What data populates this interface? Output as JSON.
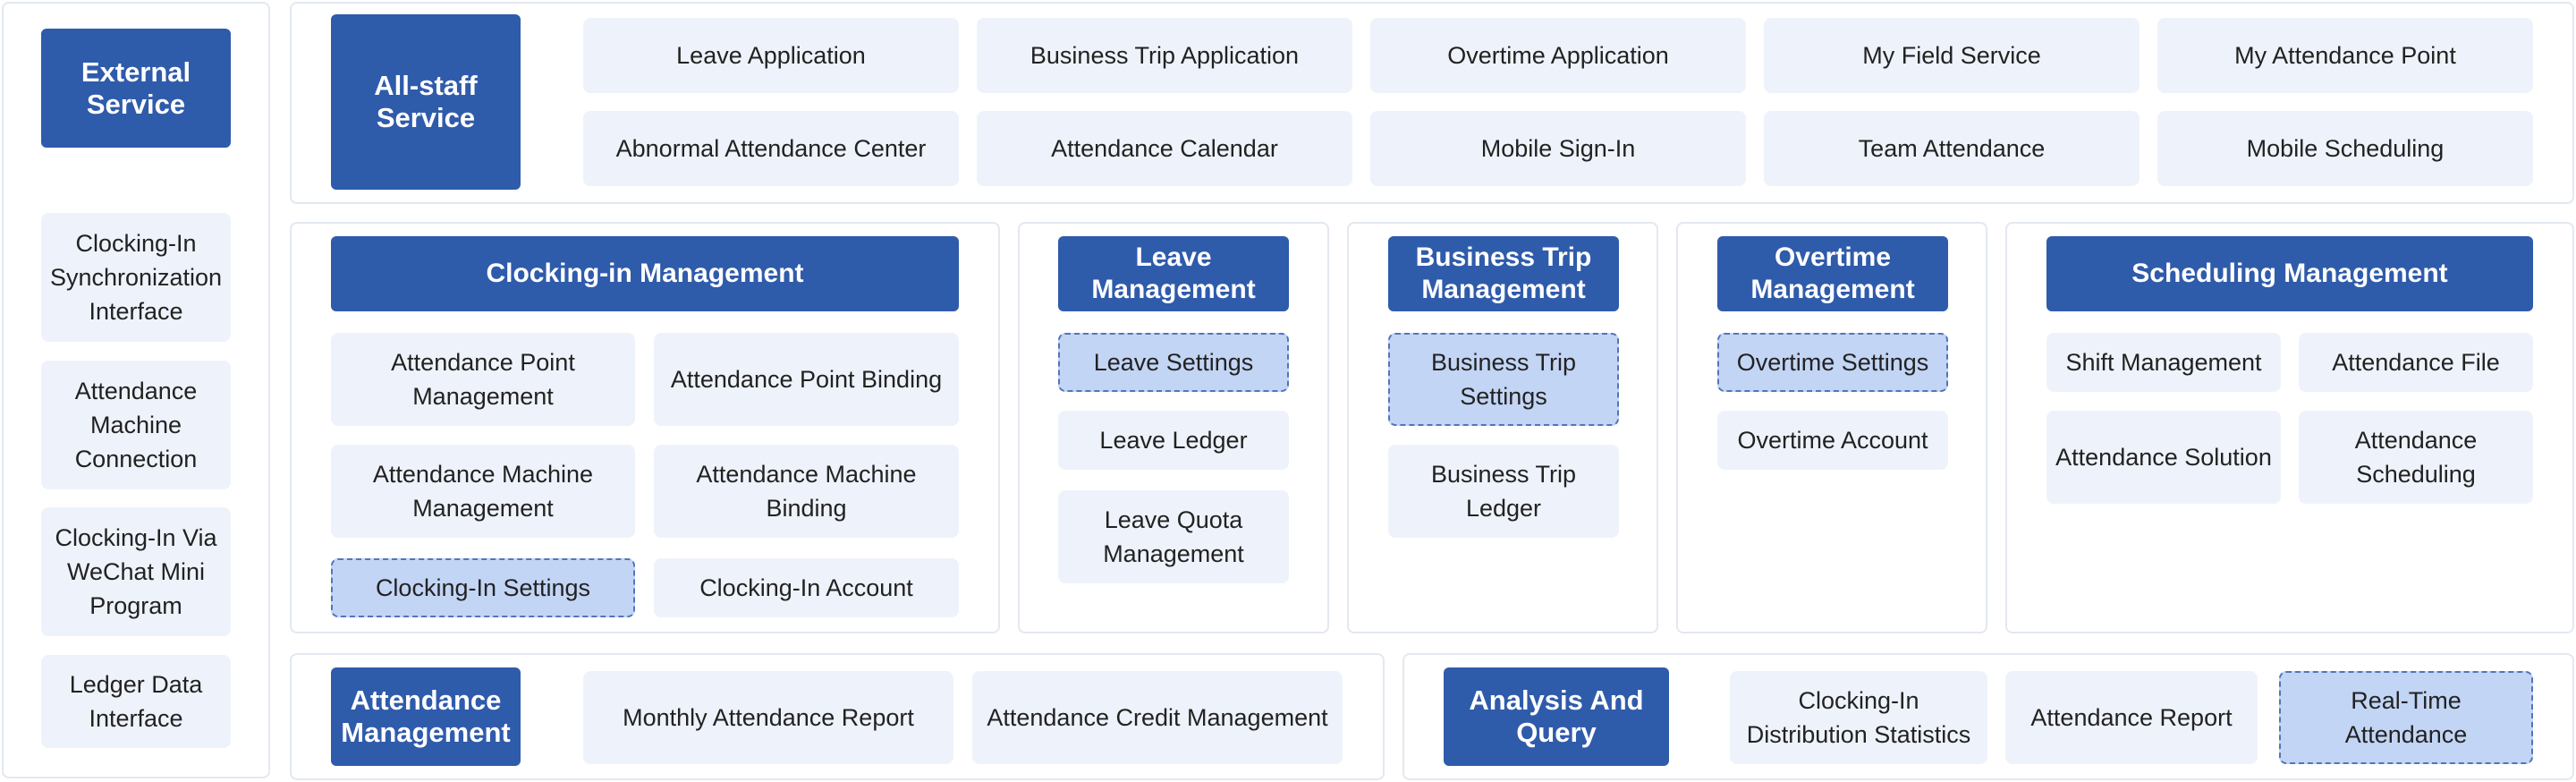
{
  "external": {
    "title": "External Service",
    "items": [
      "Clocking-In Synchronization Interface",
      "Attendance Machine Connection",
      "Clocking-In Via WeChat Mini Program",
      "Ledger Data Interface"
    ]
  },
  "allstaff": {
    "title": "All-staff Service",
    "items": [
      "Leave Application",
      "Business Trip Application",
      "Overtime Application",
      "My Field Service",
      "My Attendance Point",
      "Abnormal Attendance Center",
      "Attendance Calendar",
      "Mobile Sign-In",
      "Team Attendance",
      "Mobile Scheduling"
    ]
  },
  "clocking": {
    "title": "Clocking-in Management",
    "items": [
      "Attendance Point Management",
      "Attendance Point Binding",
      "Attendance Machine Management",
      "Attendance Machine Binding",
      "Clocking-In Settings",
      "Clocking-In Account"
    ]
  },
  "leave": {
    "title": "Leave Management",
    "items": [
      "Leave Settings",
      "Leave Ledger",
      "Leave Quota Management"
    ]
  },
  "trip": {
    "title": "Business Trip Management",
    "items": [
      "Business Trip Settings",
      "Business Trip Ledger"
    ]
  },
  "overtime": {
    "title": "Overtime Management",
    "items": [
      "Overtime Settings",
      "Overtime Account"
    ]
  },
  "scheduling": {
    "title": "Scheduling Management",
    "items": [
      "Shift Management",
      "Attendance File",
      "Attendance Solution",
      "Attendance Scheduling"
    ]
  },
  "attendance": {
    "title": "Attendance Management",
    "items": [
      "Monthly Attendance Report",
      "Attendance Credit Management"
    ]
  },
  "analysis": {
    "title": "Analysis And Query",
    "items": [
      "Clocking-In Distribution Statistics",
      "Attendance Report",
      "Real-Time Attendance"
    ]
  },
  "colors": {
    "header": "#2f5bab",
    "item": "#eef3fb",
    "highlight": "#c3d5f5",
    "border": "#e3e8f0"
  }
}
